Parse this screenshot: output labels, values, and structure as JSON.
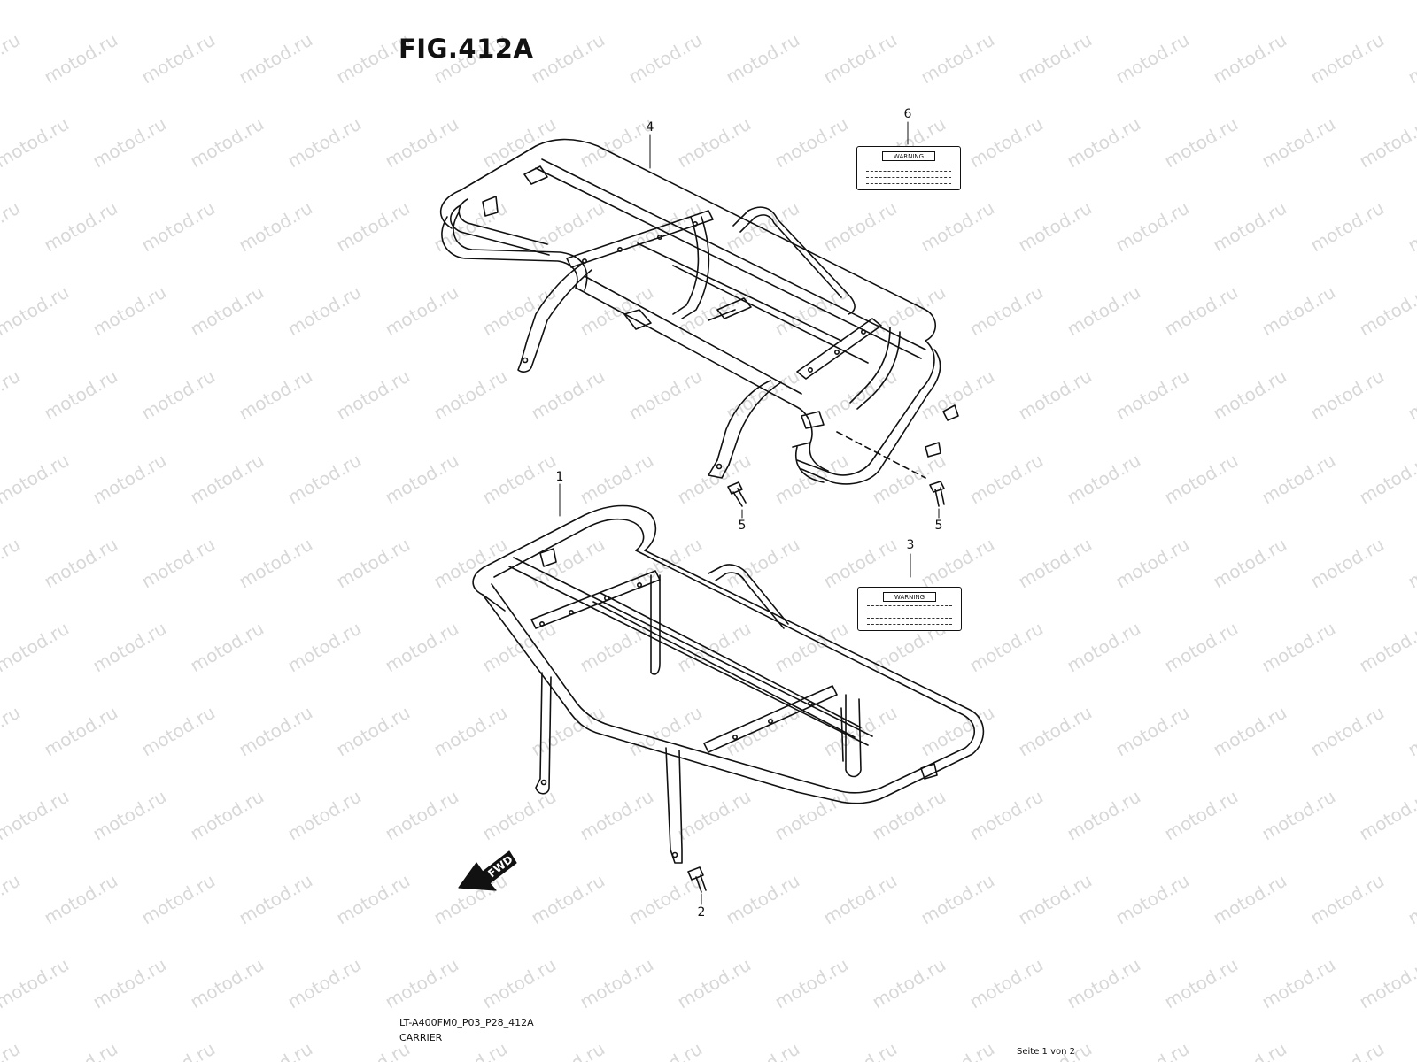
{
  "figure_title": "FIG.412A",
  "watermark_text": "motod.ru",
  "callouts": {
    "rear_carrier": "4",
    "warning_label_rear": "6",
    "bolt_rear_left": "5",
    "bolt_rear_right": "5",
    "front_carrier": "1",
    "warning_label_front": "3",
    "bolt_front": "2"
  },
  "warning_text": "WARNING",
  "fwd_arrow": "FWD",
  "footer": {
    "code": "LT-A400FM0_P03_P28_412A",
    "name": "CARRIER",
    "page": "Seite 1 von 2"
  }
}
